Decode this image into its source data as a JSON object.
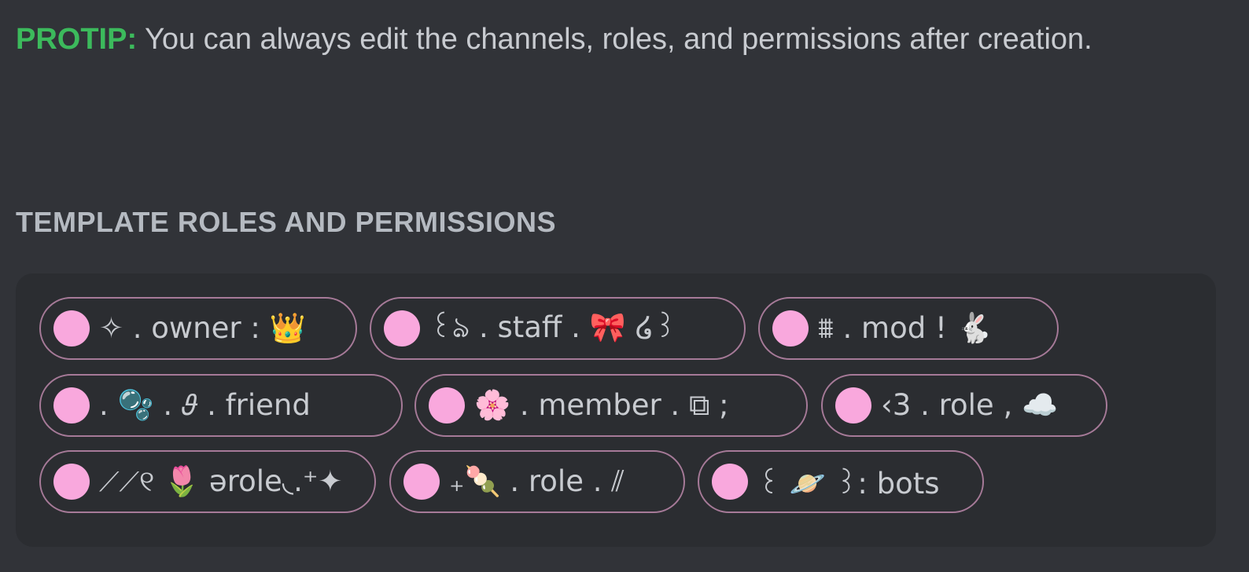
{
  "protip": {
    "label": "PROTIP:",
    "text": " You can always edit the channels, roles, and permissions after creation."
  },
  "section": {
    "title": "TEMPLATE ROLES AND PERMISSIONS"
  },
  "colors": {
    "protip_label": "#3cba5c",
    "role_dot": "#f9a8dd",
    "pill_border": "#a67a98",
    "panel_bg": "#2b2d31",
    "page_bg": "#313338"
  },
  "roles": [
    {
      "name": "✧ . owner : 👑"
    },
    {
      "name": "꒰ঌ . staff . 🎀 ໒꒱"
    },
    {
      "name": "⩩ . mod ! 🐇"
    },
    {
      "name": " . 🫧 . 𝜗 . friend"
    },
    {
      "name": "🌸 . member . ⧉ ;"
    },
    {
      "name": "‹3 . role , ☁️"
    },
    {
      "name": "⟋⟋୧ 🌷 ərole◟.⁺✦"
    },
    {
      "name": "₊🍡 . role . ⫽"
    },
    {
      "name": "꒰ 🪐 ꒱: bots"
    }
  ]
}
